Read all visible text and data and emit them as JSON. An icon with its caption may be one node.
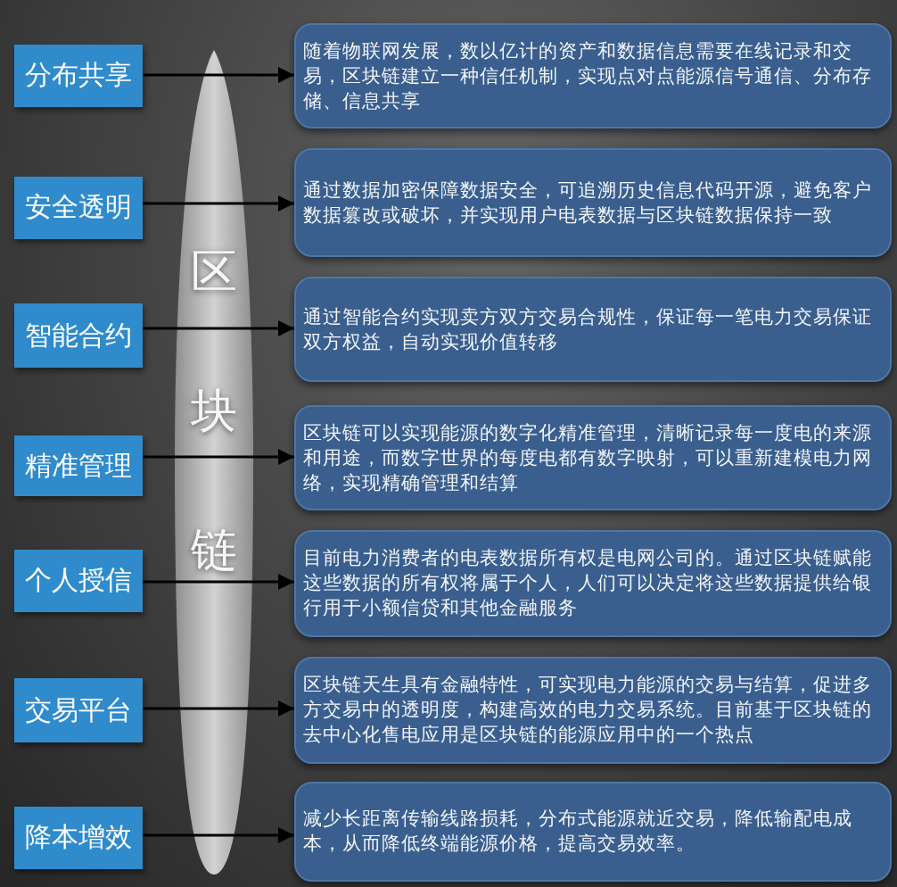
{
  "diagram": {
    "nodes": [
      {
        "text": [
          "分布共享"
        ]
      },
      {
        "text": [
          "随着物联网发展，数以亿计的资产和数据信息需要在线记录和交易，区块链建立一种信任机制，实现点对点能源信号通信、分布存储、信息共享"
        ]
      },
      {
        "text": [
          "安全透明"
        ]
      },
      {
        "text": [
          "通过数据加密保障数据安全，可追溯历史信息代码开源，避免客户数据篡改或破坏，并实现用户电表数据与区块链数据保持一致"
        ]
      },
      {
        "text": [
          "智能合约"
        ]
      },
      {
        "text": [
          "通过智能合约实现卖方双方交易合规性，保证每一笔电力交易保证双方权益，自动实现价值转移"
        ]
      },
      {
        "text": [
          "精准管理"
        ]
      },
      {
        "text": [
          "区块链可以实现能源的数字化精准管理，清晰记录每一度电的来源和用途，而数字世界的每度电都有数字映射，可以重新建模电力网络，实现精确管理和结算"
        ]
      },
      {
        "text": [
          "个人授信"
        ]
      },
      {
        "text": [
          "目前电力消费者的电表数据所有权是电网公司的。通过区块链赋能这些数据的所有权将属于个人，人们可以决定将这些数据提供给银行用于小额信贷和其他金融服务"
        ]
      },
      {
        "text": [
          "交易平台"
        ]
      },
      {
        "text": [
          "区块链天生具有金融特性，可实现电力能源的交易与结算，促进多方交易中的透明度，构建高效的电力交易系统。目前基于区块链的去中心化售电应用是区块链的能源应用中的一个热点"
        ]
      },
      {
        "text": [
          "降本增效"
        ]
      },
      {
        "text": [
          "减少长距离传输线路损耗，分布式能源就近交易，降低输配电成本，从而降低终端能源价格，提高交易效率。"
        ]
      }
    ],
    "edges": [
      {
        "from": 0,
        "to": 1,
        "arrow": "to"
      },
      {
        "from": 2,
        "to": 3,
        "arrow": "to"
      },
      {
        "from": 4,
        "to": 5,
        "arrow": "to"
      },
      {
        "from": 6,
        "to": 7,
        "arrow": "to"
      },
      {
        "from": 8,
        "to": 9,
        "arrow": "to"
      },
      {
        "from": 10,
        "to": 11,
        "arrow": "to"
      },
      {
        "from": 12,
        "to": 13,
        "arrow": "to"
      }
    ],
    "labels": [
      "区块链"
    ]
  }
}
